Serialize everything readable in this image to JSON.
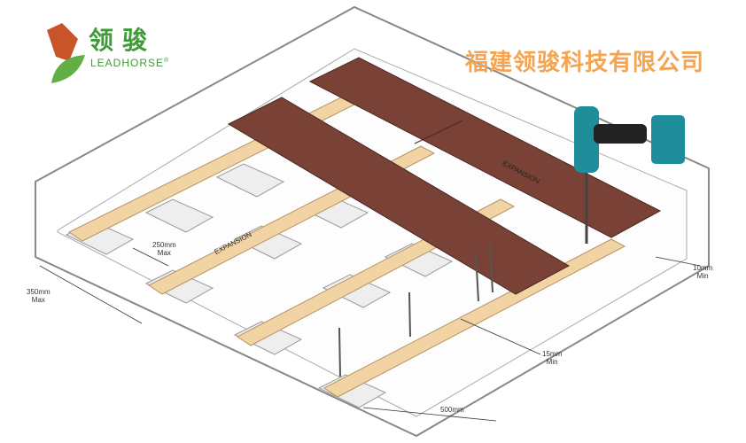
{
  "logo": {
    "name_cn": "领骏",
    "name_en": "LEADHORSE",
    "mark": "®"
  },
  "company_name": "福建领骏科技有限公司",
  "labels": {
    "joist_gap": {
      "value": "250mm",
      "qual": "Max"
    },
    "edge_gap": {
      "value": "350mm",
      "qual": "Max"
    },
    "wall_gap": {
      "value": "10mm",
      "qual": "Min"
    },
    "end_gap": {
      "value": "15mm",
      "qual": "Min"
    },
    "joist_spacing": "500mm",
    "expansion": "EXPANSION"
  },
  "colors": {
    "board": "#7a4236",
    "joist": "#f1d3a4",
    "company": "#f3a553",
    "logo_green": "#3f9a3a",
    "drill": "#1f8d9a"
  }
}
